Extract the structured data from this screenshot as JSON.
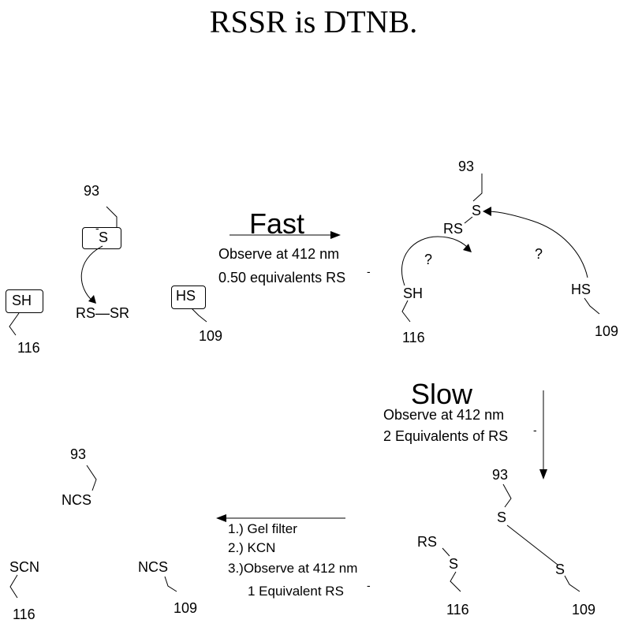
{
  "title": "RSSR is DTNB.",
  "panel1": {
    "res93": "93",
    "s_thiolate": "S",
    "thiolate_charge": "-",
    "res116_group": "SH",
    "res116": "116",
    "dtnb": "RS—SR",
    "res109_group": "HS",
    "res109": "109"
  },
  "step1": {
    "rate": "Fast",
    "line1": "Observe at 412 nm",
    "line2": "0.50 equivalents RS",
    "charge": "-"
  },
  "panel2": {
    "res93": "93",
    "s93": "S",
    "rs": "RS",
    "q1": "?",
    "q2": "?",
    "res116_group": "SH",
    "res116": "116",
    "res109_group": "HS",
    "res109": "109"
  },
  "step2": {
    "rate": "Slow",
    "line1": "Observe at 412 nm",
    "line2": "2 Equivalents of RS",
    "charge": "-"
  },
  "panel3": {
    "res93": "93",
    "s93": "S",
    "s109": "S",
    "rs": "RS",
    "s116": "S",
    "res116": "116",
    "res109": "109"
  },
  "step3": {
    "line1": "1.) Gel filter",
    "line2": "2.) KCN",
    "line3": "3.)Observe at 412 nm",
    "line4": "1 Equivalent RS",
    "charge": "-"
  },
  "panel4": {
    "res93": "93",
    "ncs93": "NCS",
    "scn116": "SCN",
    "res116": "116",
    "ncs109": "NCS",
    "res109": "109"
  }
}
